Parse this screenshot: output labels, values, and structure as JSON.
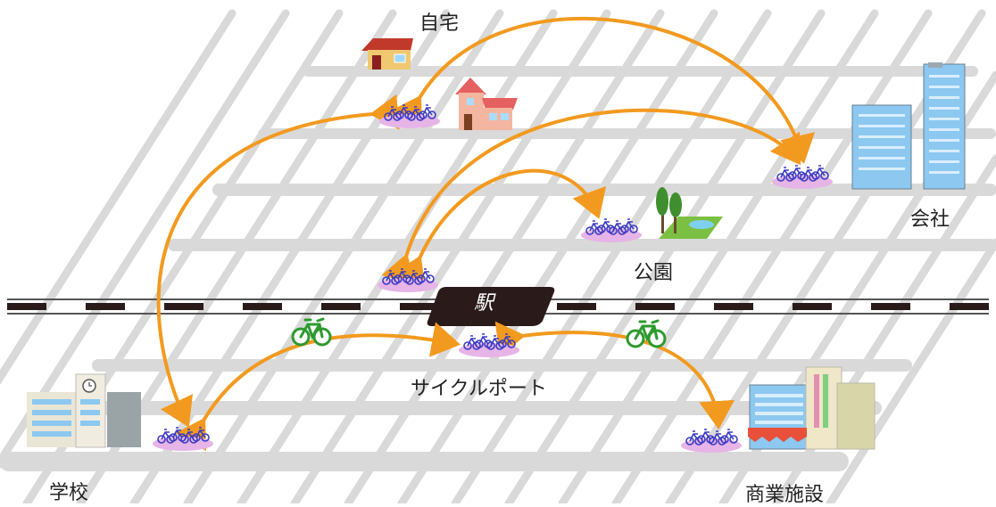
{
  "labels": {
    "home": "自宅",
    "office": "会社",
    "park": "公園",
    "station": "駅",
    "cycleport": "サイクルポート",
    "school": "学校",
    "commercial": "商業施設"
  },
  "colors": {
    "road": "#d9d9d9",
    "arrow": "#f29a1f",
    "rail_dark": "#2b1a1a",
    "port_fill": "#e6b4e6",
    "bike_blue": "#3b3bc4",
    "bike_green": "#2e9a2e",
    "building_blue": "#8cc8f0"
  }
}
